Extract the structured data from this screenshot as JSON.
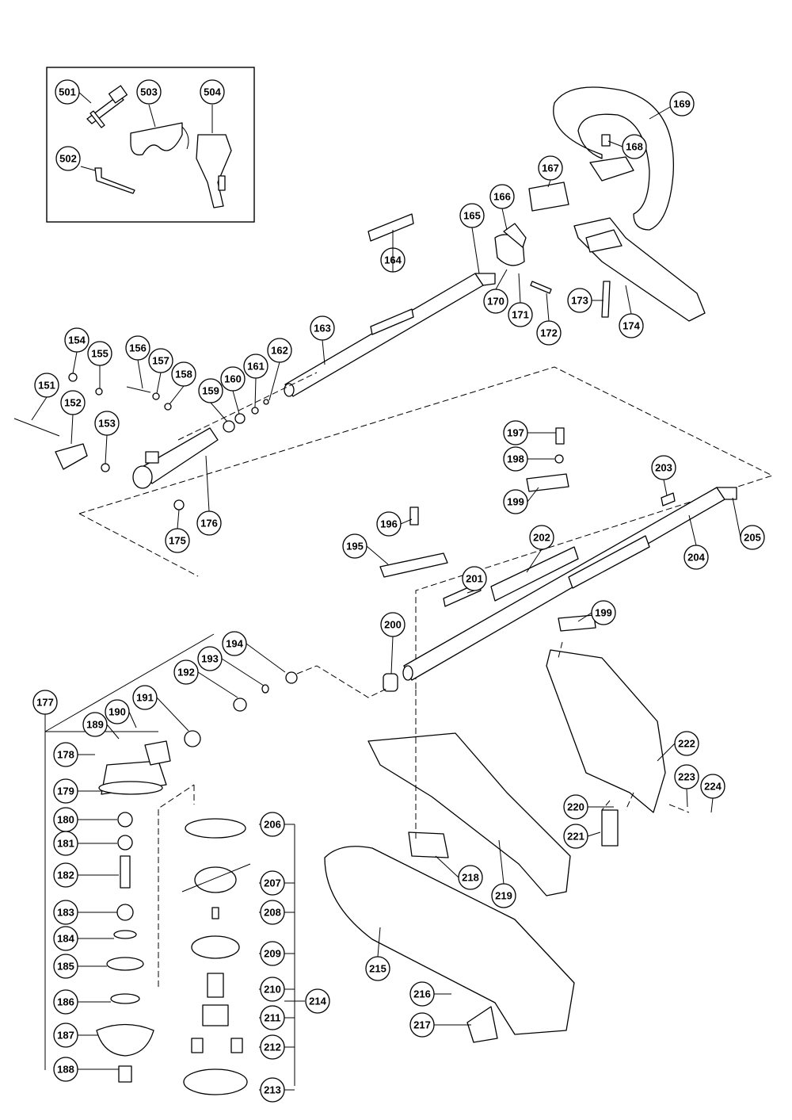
{
  "diagram": {
    "part_numbers": {
      "p501": "501",
      "p502": "502",
      "p503": "503",
      "p504": "504",
      "p151": "151",
      "p152": "152",
      "p153": "153",
      "p154": "154",
      "p155": "155",
      "p156": "156",
      "p157": "157",
      "p158": "158",
      "p159": "159",
      "p160": "160",
      "p161": "161",
      "p162": "162",
      "p163": "163",
      "p164": "164",
      "p165": "165",
      "p166": "166",
      "p167": "167",
      "p168": "168",
      "p169": "169",
      "p170": "170",
      "p171": "171",
      "p172": "172",
      "p173": "173",
      "p174": "174",
      "p175": "175",
      "p176": "176",
      "p177": "177",
      "p178": "178",
      "p179": "179",
      "p180": "180",
      "p181": "181",
      "p182": "182",
      "p183": "183",
      "p184": "184",
      "p185": "185",
      "p186": "186",
      "p187": "187",
      "p188": "188",
      "p189": "189",
      "p190": "190",
      "p191": "191",
      "p192": "192",
      "p193": "193",
      "p194": "194",
      "p195": "195",
      "p196": "196",
      "p197": "197",
      "p198": "198",
      "p199a": "199",
      "p199b": "199",
      "p200": "200",
      "p201": "201",
      "p202": "202",
      "p203": "203",
      "p204": "204",
      "p205": "205",
      "p206": "206",
      "p207": "207",
      "p208": "208",
      "p209": "209",
      "p210": "210",
      "p211": "211",
      "p212": "212",
      "p213": "213",
      "p214": "214",
      "p215": "215",
      "p216": "216",
      "p217": "217",
      "p218": "218",
      "p219": "219",
      "p220": "220",
      "p221": "221",
      "p222": "222",
      "p223": "223",
      "p224": "224"
    }
  }
}
